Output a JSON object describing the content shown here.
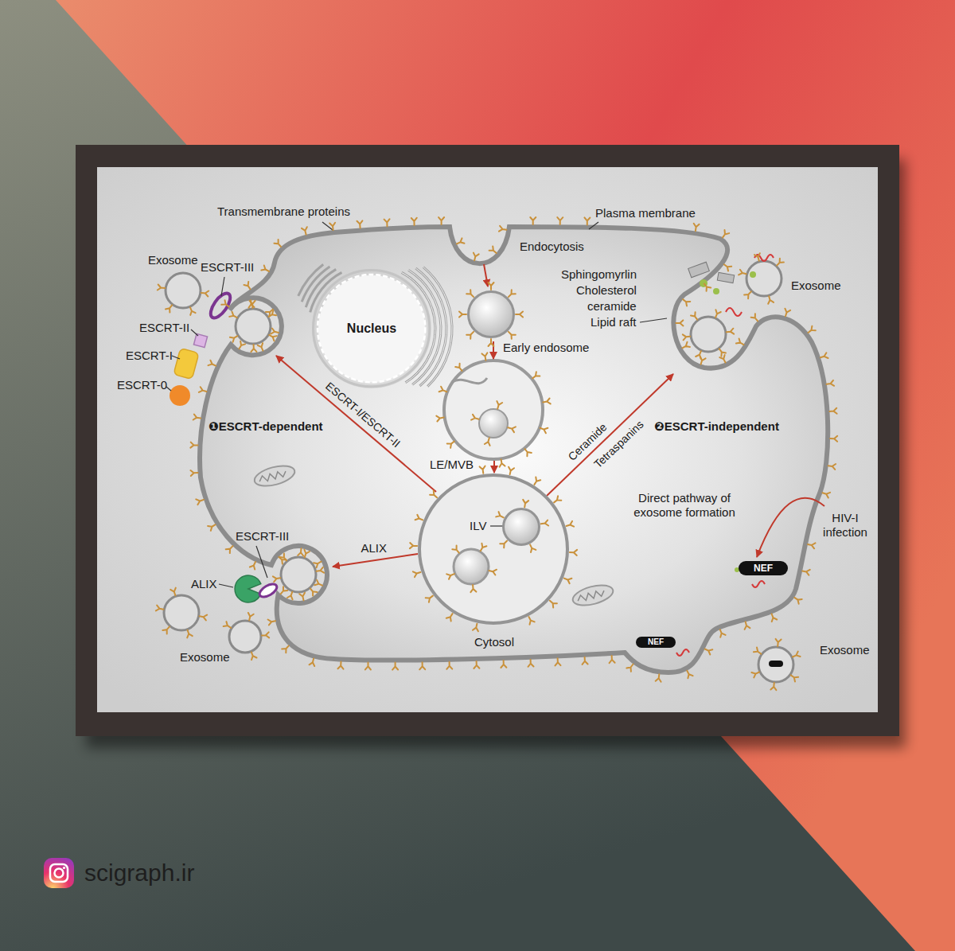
{
  "diagram": {
    "nodes": [
      {
        "text": [
          "Nucleus"
        ]
      },
      {
        "text": [
          "Early endosome"
        ]
      },
      {
        "text": [
          "LE/MVB"
        ]
      },
      {
        "text": [
          "ILV"
        ],
        "in": 2
      },
      {
        "text": [
          "NEF"
        ]
      },
      {
        "text": [
          "NEF"
        ]
      }
    ],
    "labels": [
      "Transmembrane proteins",
      "Plasma membrane",
      "Endocytosis",
      "Exosome",
      "ESCRT-III",
      "Sphingomyrlin",
      "Cholesterol",
      "Exosome",
      "ESCRT-II",
      "ceramide",
      "Lipid raft",
      "ESCRT-I",
      "ESCRT-0",
      "❶ESCRT-dependent",
      "ESCRT-I/ESCRT-II",
      "Ceramide",
      "Tetraspanins",
      "❷ESCRT-independent",
      "Direct pathway of exosome formation",
      "HIV-I infection",
      "ESCRT-III",
      "ALIX",
      "ALIX",
      "Cytosol",
      "Exosome",
      "Exosome",
      "scigraph.ir"
    ]
  }
}
